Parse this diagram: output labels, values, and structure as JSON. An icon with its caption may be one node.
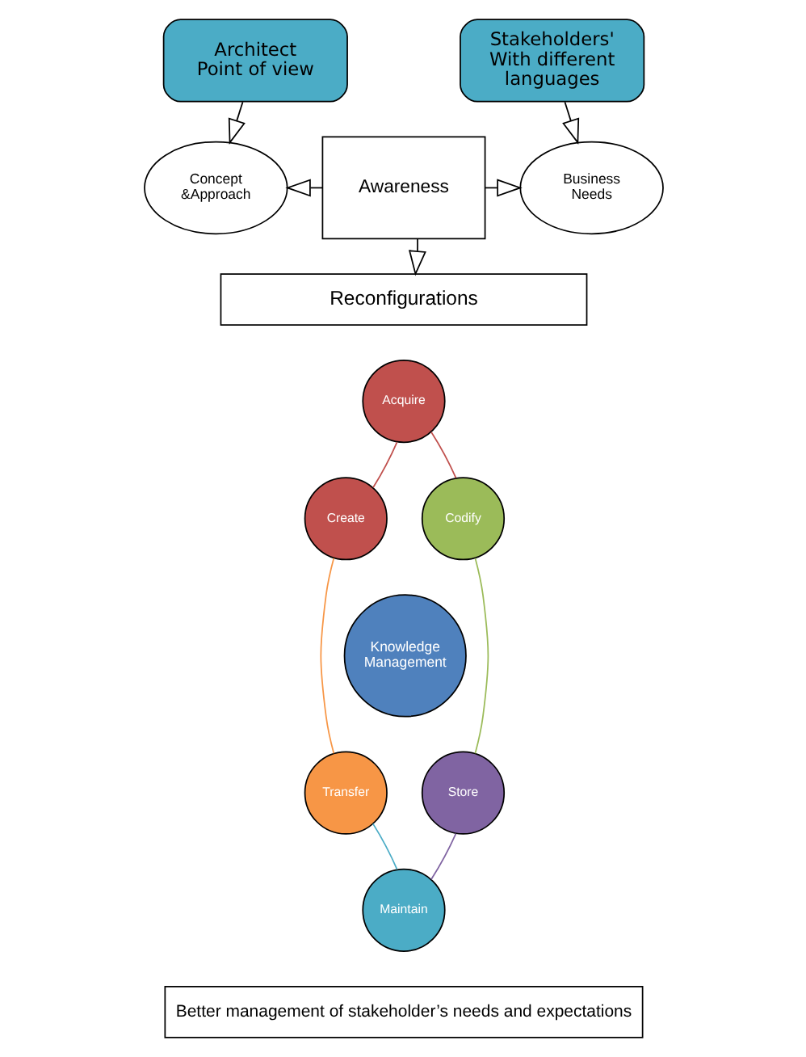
{
  "diagram": {
    "nodes": [
      {
        "text": [
          "Architect Point of view"
        ]
      },
      {
        "text": [
          "Stakeholders' With different languages"
        ]
      },
      {
        "text": [
          "Concept &Approach"
        ]
      },
      {
        "text": [
          "Awareness"
        ]
      },
      {
        "text": [
          "Business Needs"
        ]
      },
      {
        "text": [
          "Reconfigurations"
        ]
      },
      {
        "text": [
          "Knowledge Management"
        ]
      },
      {
        "text": [
          "Acquire"
        ]
      },
      {
        "text": [
          "Codify"
        ]
      },
      {
        "text": [
          "Store"
        ]
      },
      {
        "text": [
          "Maintain"
        ]
      },
      {
        "text": [
          "Transfer"
        ]
      },
      {
        "text": [
          "Create"
        ]
      },
      {
        "text": [
          "Better management of stakeholder’s needs and expectations"
        ]
      }
    ],
    "edges": [
      {
        "from": 0,
        "to": 2,
        "arrow": "to"
      },
      {
        "from": 1,
        "to": 4,
        "arrow": "to"
      },
      {
        "from": 3,
        "to": 2,
        "arrow": "to"
      },
      {
        "from": 3,
        "to": 4,
        "arrow": "to"
      },
      {
        "from": 3,
        "to": 5,
        "arrow": "to"
      },
      {
        "from": 7,
        "to": 8,
        "arrow": "none",
        "color": "#c0504d"
      },
      {
        "from": 8,
        "to": 9,
        "arrow": "none",
        "color": "#9bbb59"
      },
      {
        "from": 9,
        "to": 10,
        "arrow": "none",
        "color": "#8064a2"
      },
      {
        "from": 10,
        "to": 11,
        "arrow": "none",
        "color": "#4bacc6"
      },
      {
        "from": 11,
        "to": 12,
        "arrow": "none",
        "color": "#f79646"
      },
      {
        "from": 12,
        "to": 7,
        "arrow": "none",
        "color": "#c0504d"
      }
    ]
  }
}
